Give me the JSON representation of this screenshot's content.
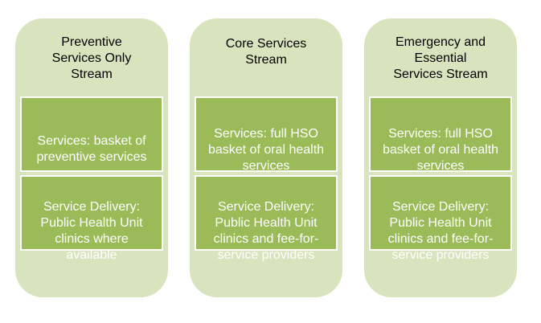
{
  "streams": [
    {
      "title": "Preventive\nServices Only\nStream",
      "services": "Services: basket of\npreventive services",
      "delivery": "Service Delivery:\nPublic Health Unit\nclinics where\navailable"
    },
    {
      "title": "Core Services\nStream",
      "services": "Services: full HSO\nbasket of oral health\nservices",
      "delivery": "Service Delivery:\nPublic Health Unit\nclinics and fee-for-\nservice providers"
    },
    {
      "title": "Emergency and\nEssential\nServices Stream",
      "services": "Services: full HSO\nbasket of oral health\nservices",
      "delivery": "Service Delivery:\nPublic Health Unit\nclinics and fee-for-\nservice providers"
    }
  ],
  "colors": {
    "stream_bg": "#d8e4bd",
    "card_bg": "#9bbb59",
    "card_text": "#ffffff",
    "title_text": "#000000"
  }
}
